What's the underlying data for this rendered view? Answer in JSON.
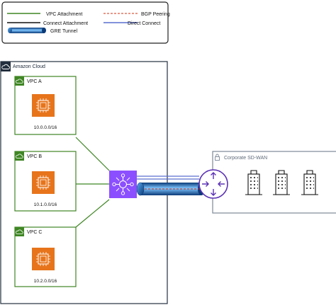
{
  "legend": {
    "vpc_attachment": "VPC Attachment",
    "bgp_peering": "BGP Peering",
    "connect_attachment": "Connect Attachment",
    "direct_connect": "Direct Connect",
    "gre_tunnel": "GRE Tunnel"
  },
  "cloud": {
    "label": "Amazon Cloud"
  },
  "vpcs": [
    {
      "label": "VPC A",
      "cidr": "10.0.0.0/16"
    },
    {
      "label": "VPC B",
      "cidr": "10.1.0.0/16"
    },
    {
      "label": "VPC C",
      "cidr": "10.2.0.0/16"
    }
  ],
  "sdwan": {
    "label": "Corporate SD-WAN"
  },
  "colors": {
    "vpc_green": "#3f8624",
    "compute_orange": "#e7741b",
    "transit_gateway_purple": "#8c4fff",
    "router_purple": "#5a30b5",
    "bgp_red": "#d13212",
    "direct_connect_blue": "#5b6fcf",
    "gre_tube": "#1f78c8"
  },
  "icons": {
    "compute": "ec2-chip-icon",
    "hub": "transit-gateway-icon",
    "router": "router-icon",
    "buildings": "building-icon",
    "cloud": "cloud-icon",
    "vpc_badge": "vpc-cloud-icon",
    "sdwan_badge": "lock-icon"
  }
}
